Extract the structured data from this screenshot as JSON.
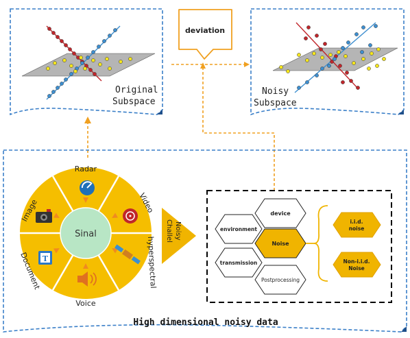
{
  "top": {
    "original_label_line1": "Original",
    "original_label_line2": "Subspace",
    "noisy_label_line1": "Noisy",
    "noisy_label_line2": "Subspace",
    "deviation_label": "deviation"
  },
  "wheel": {
    "center_label": "Sinal",
    "segments": [
      "Radar",
      "Video",
      "hyperspectral",
      "Voice",
      "Document",
      "Image"
    ],
    "icons": [
      "radar-icon",
      "video-icon",
      "satellite-icon",
      "speaker-icon",
      "document-icon",
      "camera-icon"
    ]
  },
  "channel": {
    "line1": "Noisy",
    "line2": "Challel"
  },
  "factors": {
    "device": "device",
    "environment": "environment",
    "noise": "Noise",
    "transmission": "transmission",
    "postprocessing": "Postprocessing",
    "iid_line1": "i.i.d.",
    "iid_line2": "noise",
    "noniid_line1": "Non-i.i.d.",
    "noniid_line2": "Noise"
  },
  "bottom_title": "High dimensional noisy data",
  "colors": {
    "blue_dash": "#3a7fc8",
    "orange": "#f0b400",
    "orange_dash": "#f0a020",
    "point_red": "#c0262b",
    "point_blue": "#3e8fd0",
    "point_yellow": "#f5e61e",
    "plane": "#b5b5b5",
    "wheel_center": "#b8e6c5"
  }
}
